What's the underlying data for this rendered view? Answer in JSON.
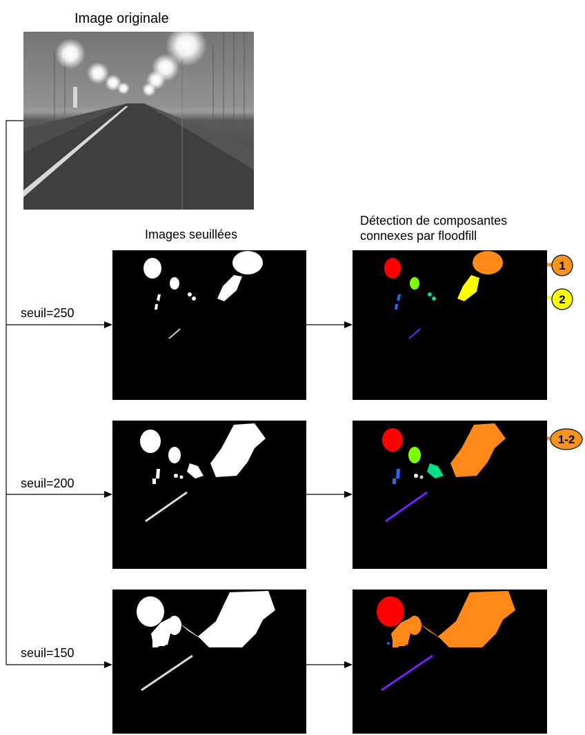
{
  "header": {
    "title": "Image originale"
  },
  "columns": {
    "threshold_title": "Images seuillées",
    "detection_title_line1": "Détection de composantes",
    "detection_title_line2": "connexes par floodfill"
  },
  "rows": [
    {
      "threshold_label": "seuil=250"
    },
    {
      "threshold_label": "seuil=200"
    },
    {
      "threshold_label": "seuil=150"
    }
  ],
  "markers": [
    {
      "label": "1",
      "color": "#f7941d"
    },
    {
      "label": "2",
      "color": "#ffff00"
    },
    {
      "label": "1-2",
      "color": "#f7941d"
    }
  ],
  "colors": {
    "component_red": "#ff0000",
    "component_green": "#7cff00",
    "component_blue": "#1e6bff",
    "component_teal": "#00e08a",
    "component_yellow": "#ffff00",
    "component_orange": "#ff8a1a",
    "component_violet": "#7a1fff"
  }
}
